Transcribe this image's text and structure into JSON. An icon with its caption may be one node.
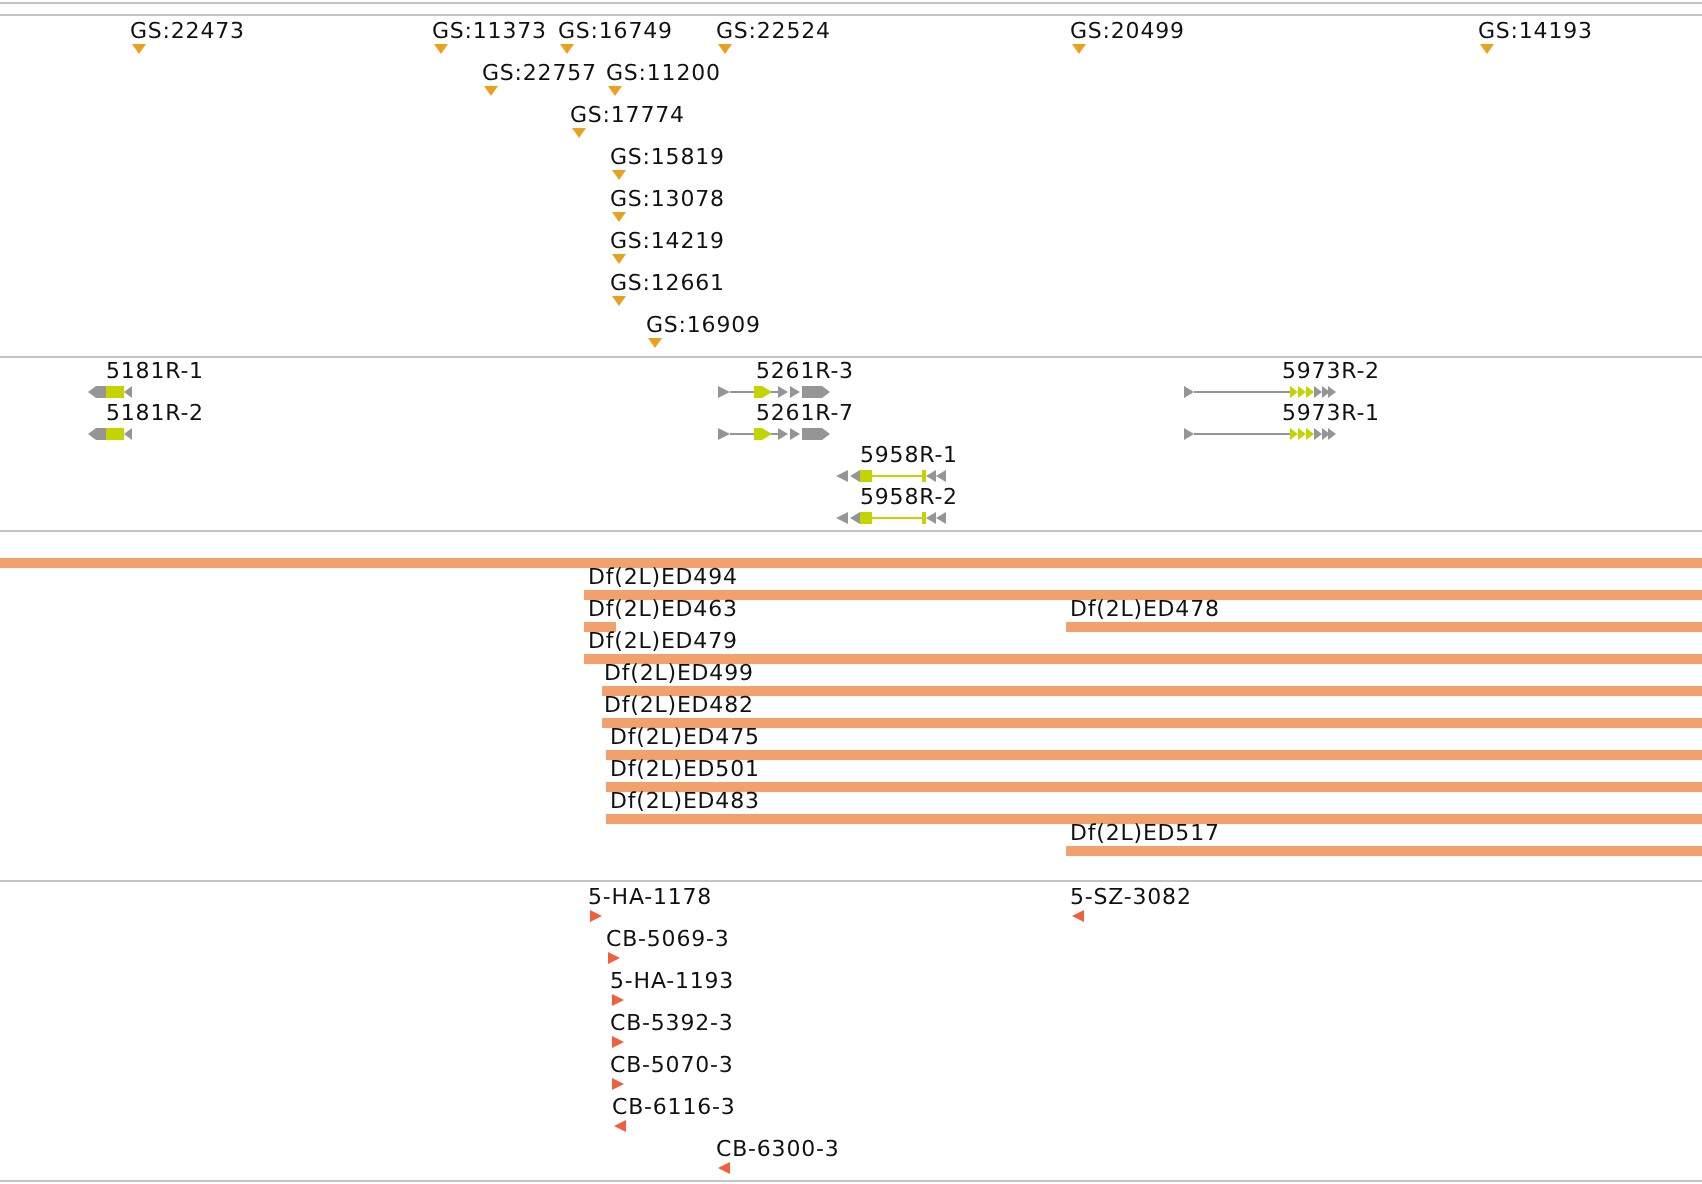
{
  "diagram": {
    "nodes": [
      {
        "text": [
          "GS:22473"
        ]
      },
      {
        "text": [
          "GS:11373"
        ]
      },
      {
        "text": [
          "GS:16749"
        ]
      },
      {
        "text": [
          "GS:22524"
        ]
      },
      {
        "text": [
          "GS:20499"
        ]
      },
      {
        "text": [
          "GS:14193"
        ]
      },
      {
        "text": [
          "GS:22757"
        ]
      },
      {
        "text": [
          "GS:11200"
        ]
      },
      {
        "text": [
          "GS:17774"
        ]
      },
      {
        "text": [
          "GS:15819"
        ]
      },
      {
        "text": [
          "GS:13078"
        ]
      },
      {
        "text": [
          "GS:14219"
        ]
      },
      {
        "text": [
          "GS:12661"
        ]
      },
      {
        "text": [
          "GS:16909"
        ]
      },
      {
        "text": [
          "5181R-1"
        ]
      },
      {
        "text": [
          "5261R-3"
        ]
      },
      {
        "text": [
          "5973R-2"
        ]
      },
      {
        "text": [
          "5181R-2"
        ]
      },
      {
        "text": [
          "5261R-7"
        ]
      },
      {
        "text": [
          "5973R-1"
        ]
      },
      {
        "text": [
          "5958R-1"
        ]
      },
      {
        "text": [
          "5958R-2"
        ]
      },
      {
        "text": [],
        "shape": "bar"
      },
      {
        "text": [
          "Df(2L)ED494"
        ]
      },
      {
        "text": [
          "Df(2L)ED463"
        ]
      },
      {
        "text": [
          "Df(2L)ED478"
        ]
      },
      {
        "text": [
          "Df(2L)ED479"
        ]
      },
      {
        "text": [
          "Df(2L)ED499"
        ]
      },
      {
        "text": [
          "Df(2L)ED482"
        ]
      },
      {
        "text": [
          "Df(2L)ED475"
        ]
      },
      {
        "text": [
          "Df(2L)ED501"
        ]
      },
      {
        "text": [
          "Df(2L)ED483"
        ]
      },
      {
        "text": [
          "Df(2L)ED517"
        ]
      },
      {
        "text": [
          "5-HA-1178"
        ]
      },
      {
        "text": [
          "5-SZ-3082"
        ]
      },
      {
        "text": [
          "CB-5069-3"
        ]
      },
      {
        "text": [
          "5-HA-1193"
        ]
      },
      {
        "text": [
          "CB-5392-3"
        ]
      },
      {
        "text": [
          "CB-5070-3"
        ]
      },
      {
        "text": [
          "CB-6116-3"
        ]
      },
      {
        "text": [
          "CB-6300-3"
        ]
      }
    ]
  }
}
